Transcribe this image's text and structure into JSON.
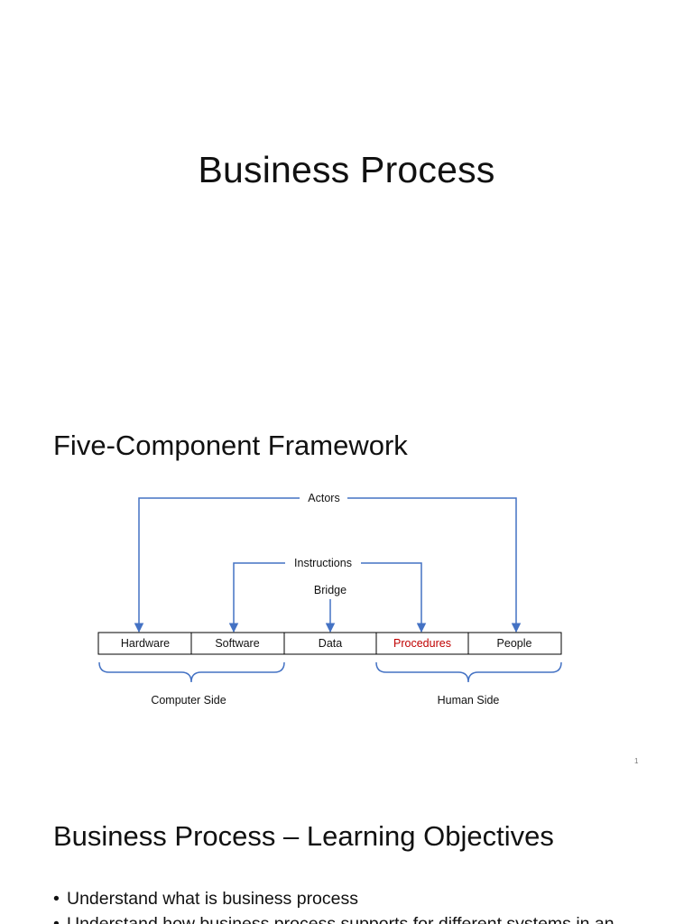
{
  "slides": [
    {
      "title": "Business Process"
    },
    {
      "title": "Five-Component Framework",
      "diagram": {
        "actors_label": "Actors",
        "instructions_label": "Instructions",
        "bridge_label": "Bridge",
        "components": [
          {
            "label": "Hardware",
            "color": "#111111"
          },
          {
            "label": "Software",
            "color": "#111111"
          },
          {
            "label": "Data",
            "color": "#111111"
          },
          {
            "label": "Procedures",
            "color": "#c00000"
          },
          {
            "label": "People",
            "color": "#111111"
          }
        ],
        "computer_side_label": "Computer Side",
        "human_side_label": "Human Side",
        "connector_color": "#4472c4"
      },
      "slide_number": "1"
    },
    {
      "title": "Business Process – Learning Objectives",
      "bullets": [
        "Understand what is business process",
        "Understand how business process supports for different systems in an"
      ]
    }
  ]
}
